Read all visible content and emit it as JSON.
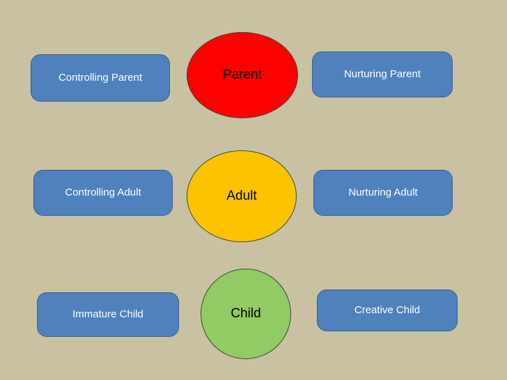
{
  "slide": {
    "background_color": "#c8c2a2",
    "rows": [
      {
        "id": "parent",
        "left_label": "Controlling Parent",
        "center_label": "Parent",
        "center_color": "#fe0000",
        "right_label": "Nurturing Parent"
      },
      {
        "id": "adult",
        "left_label": "Controlling Adult",
        "center_label": "Adult",
        "center_color": "#fdc300",
        "right_label": "Nurturing Adult"
      },
      {
        "id": "child",
        "left_label": "Immature Child",
        "center_label": "Child",
        "center_color": "#92ca63",
        "right_label": "Creative Child"
      }
    ],
    "box_color": "#4f81bd",
    "box_border_color": "#385d8a",
    "box_text_color": "#ffffff"
  }
}
